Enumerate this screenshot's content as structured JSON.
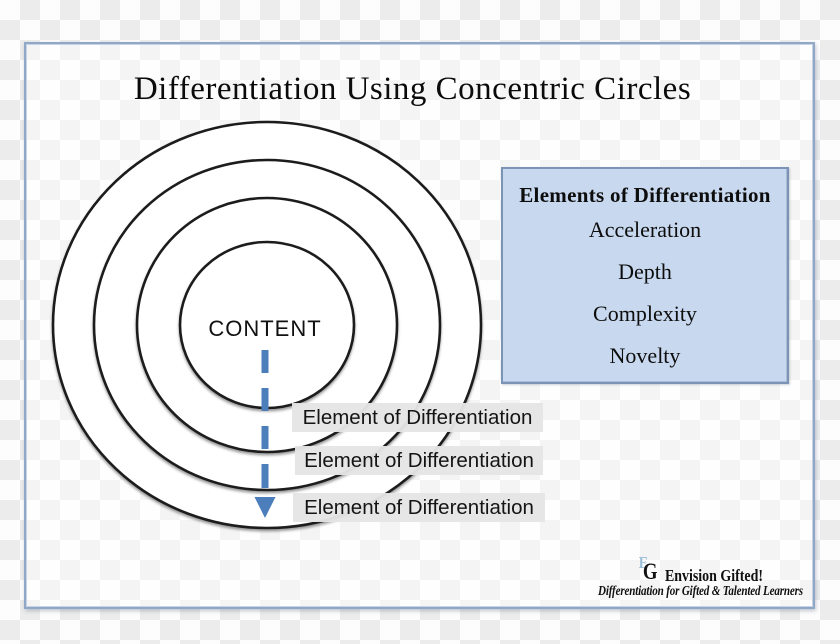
{
  "title": "Differentiation Using Concentric Circles",
  "circles": {
    "count": 4,
    "center_label": "CONTENT",
    "stroke_color": "#1c1c1c"
  },
  "arrow": {
    "direction": "down",
    "style": "dashed",
    "color": "#4d7ebc"
  },
  "arrow_labels": [
    "Element of Differentiation",
    "Element of Differentiation",
    "Element of Differentiation"
  ],
  "elements_box": {
    "header": "Elements of Differentiation",
    "items": [
      "Acceleration",
      "Depth",
      "Complexity",
      "Novelty"
    ],
    "fill": "#c8d8ef",
    "border": "#7b93b5"
  },
  "logo": {
    "monogram_e": "E",
    "monogram_g": "G",
    "name": "Envision Gifted!",
    "tagline": "Differentiation for Gifted & Talented Learners",
    "monogram_color": "#9cc0da"
  },
  "colors": {
    "frame_border": "#90a7c5",
    "label_bg": "#e5e5e5",
    "checker_gray": "#ececec",
    "checker_white": "#fdfdfd"
  }
}
